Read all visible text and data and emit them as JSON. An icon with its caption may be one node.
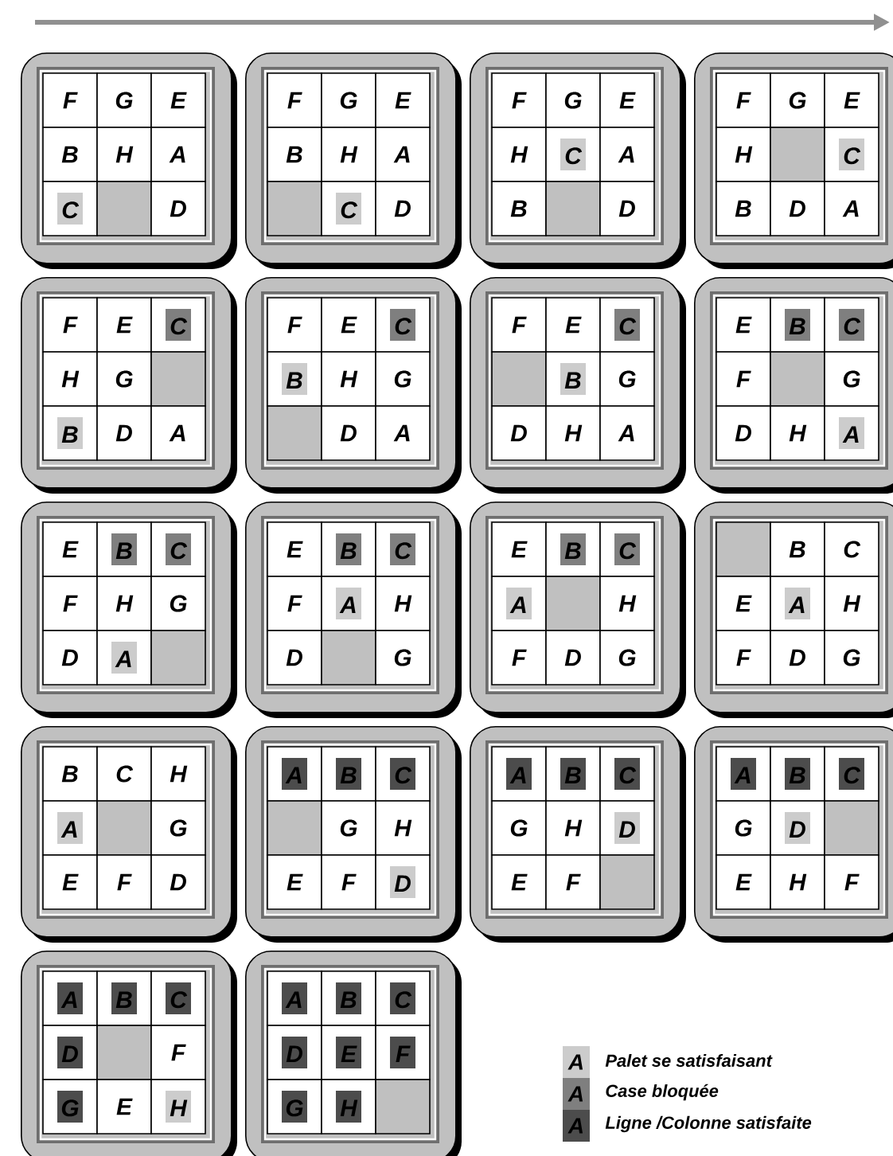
{
  "diagram": {
    "nodes": [
      {
        "text": [],
        "shape": "box"
      },
      {
        "text": [
          "F"
        ],
        "in": 0
      },
      {
        "text": [
          "G"
        ],
        "in": 0
      },
      {
        "text": [
          "E"
        ],
        "in": 0
      },
      {
        "text": [
          "B"
        ],
        "in": 0
      },
      {
        "text": [
          "H"
        ],
        "in": 0
      },
      {
        "text": [
          "A"
        ],
        "in": 0
      },
      {
        "text": [
          "C"
        ],
        "in": 0
      },
      {
        "text": [],
        "shape": "box",
        "in": 0
      },
      {
        "text": [
          "D"
        ],
        "in": 0
      },
      {
        "text": [],
        "shape": "box"
      },
      {
        "text": [
          "F"
        ],
        "in": 10
      },
      {
        "text": [
          "G"
        ],
        "in": 10
      },
      {
        "text": [
          "E"
        ],
        "in": 10
      },
      {
        "text": [
          "B"
        ],
        "in": 10
      },
      {
        "text": [
          "H"
        ],
        "in": 10
      },
      {
        "text": [
          "A"
        ],
        "in": 10
      },
      {
        "text": [],
        "shape": "box",
        "in": 10
      },
      {
        "text": [
          "C"
        ],
        "in": 10
      },
      {
        "text": [
          "D"
        ],
        "in": 10
      },
      {
        "text": [],
        "shape": "box"
      },
      {
        "text": [
          "F"
        ],
        "in": 20
      },
      {
        "text": [
          "G"
        ],
        "in": 20
      },
      {
        "text": [
          "E"
        ],
        "in": 20
      },
      {
        "text": [
          "H"
        ],
        "in": 20
      },
      {
        "text": [
          "C"
        ],
        "in": 20
      },
      {
        "text": [
          "A"
        ],
        "in": 20
      },
      {
        "text": [
          "B"
        ],
        "in": 20
      },
      {
        "text": [],
        "shape": "box",
        "in": 20
      },
      {
        "text": [
          "D"
        ],
        "in": 20
      },
      {
        "text": [],
        "shape": "box"
      },
      {
        "text": [
          "F"
        ],
        "in": 30
      },
      {
        "text": [
          "G"
        ],
        "in": 30
      },
      {
        "text": [
          "E"
        ],
        "in": 30
      },
      {
        "text": [
          "H"
        ],
        "in": 30
      },
      {
        "text": [],
        "shape": "box",
        "in": 30
      },
      {
        "text": [
          "C"
        ],
        "in": 30
      },
      {
        "text": [
          "B"
        ],
        "in": 30
      },
      {
        "text": [
          "D"
        ],
        "in": 30
      },
      {
        "text": [
          "A"
        ],
        "in": 30
      },
      {
        "text": [],
        "shape": "box"
      },
      {
        "text": [
          "F"
        ],
        "in": 40
      },
      {
        "text": [
          "E"
        ],
        "in": 40
      },
      {
        "text": [
          "C"
        ],
        "in": 40
      },
      {
        "text": [
          "H"
        ],
        "in": 40
      },
      {
        "text": [
          "G"
        ],
        "in": 40
      },
      {
        "text": [],
        "shape": "box",
        "in": 40
      },
      {
        "text": [
          "B"
        ],
        "in": 40
      },
      {
        "text": [
          "D"
        ],
        "in": 40
      },
      {
        "text": [
          "A"
        ],
        "in": 40
      },
      {
        "text": [],
        "shape": "box"
      },
      {
        "text": [
          "F"
        ],
        "in": 50
      },
      {
        "text": [
          "E"
        ],
        "in": 50
      },
      {
        "text": [
          "C"
        ],
        "in": 50
      },
      {
        "text": [
          "B"
        ],
        "in": 50
      },
      {
        "text": [
          "H"
        ],
        "in": 50
      },
      {
        "text": [
          "G"
        ],
        "in": 50
      },
      {
        "text": [],
        "shape": "box",
        "in": 50
      },
      {
        "text": [
          "D"
        ],
        "in": 50
      },
      {
        "text": [
          "A"
        ],
        "in": 50
      },
      {
        "text": [],
        "shape": "box"
      },
      {
        "text": [
          "F"
        ],
        "in": 60
      },
      {
        "text": [
          "E"
        ],
        "in": 60
      },
      {
        "text": [
          "C"
        ],
        "in": 60
      },
      {
        "text": [],
        "shape": "box",
        "in": 60
      },
      {
        "text": [
          "B"
        ],
        "in": 60
      },
      {
        "text": [
          "G"
        ],
        "in": 60
      },
      {
        "text": [
          "D"
        ],
        "in": 60
      },
      {
        "text": [
          "H"
        ],
        "in": 60
      },
      {
        "text": [
          "A"
        ],
        "in": 60
      },
      {
        "text": [],
        "shape": "box"
      },
      {
        "text": [
          "E"
        ],
        "in": 70
      },
      {
        "text": [
          "B"
        ],
        "in": 70
      },
      {
        "text": [
          "C"
        ],
        "in": 70
      },
      {
        "text": [
          "F"
        ],
        "in": 70
      },
      {
        "text": [],
        "shape": "box",
        "in": 70
      },
      {
        "text": [
          "G"
        ],
        "in": 70
      },
      {
        "text": [
          "D"
        ],
        "in": 70
      },
      {
        "text": [
          "H"
        ],
        "in": 70
      },
      {
        "text": [
          "A"
        ],
        "in": 70
      },
      {
        "text": [],
        "shape": "box"
      },
      {
        "text": [
          "E"
        ],
        "in": 80
      },
      {
        "text": [
          "B"
        ],
        "in": 80
      },
      {
        "text": [
          "C"
        ],
        "in": 80
      },
      {
        "text": [
          "F"
        ],
        "in": 80
      },
      {
        "text": [
          "H"
        ],
        "in": 80
      },
      {
        "text": [
          "G"
        ],
        "in": 80
      },
      {
        "text": [
          "D"
        ],
        "in": 80
      },
      {
        "text": [
          "A"
        ],
        "in": 80
      },
      {
        "text": [],
        "shape": "box",
        "in": 80
      },
      {
        "text": [],
        "shape": "box"
      },
      {
        "text": [
          "E"
        ],
        "in": 90
      },
      {
        "text": [
          "B"
        ],
        "in": 90
      },
      {
        "text": [
          "C"
        ],
        "in": 90
      },
      {
        "text": [
          "F"
        ],
        "in": 90
      },
      {
        "text": [
          "A"
        ],
        "in": 90
      },
      {
        "text": [
          "H"
        ],
        "in": 90
      },
      {
        "text": [
          "D"
        ],
        "in": 90
      },
      {
        "text": [],
        "shape": "box",
        "in": 90
      },
      {
        "text": [
          "G"
        ],
        "in": 90
      },
      {
        "text": [],
        "shape": "box"
      },
      {
        "text": [
          "E"
        ],
        "in": 100
      },
      {
        "text": [
          "B"
        ],
        "in": 100
      },
      {
        "text": [
          "C"
        ],
        "in": 100
      },
      {
        "text": [
          "A"
        ],
        "in": 100
      },
      {
        "text": [],
        "shape": "box",
        "in": 100
      },
      {
        "text": [
          "H"
        ],
        "in": 100
      },
      {
        "text": [
          "F"
        ],
        "in": 100
      },
      {
        "text": [
          "D"
        ],
        "in": 100
      },
      {
        "text": [
          "G"
        ],
        "in": 100
      },
      {
        "text": [],
        "shape": "box"
      },
      {
        "text": [],
        "shape": "box",
        "in": 110
      },
      {
        "text": [
          "B"
        ],
        "in": 110
      },
      {
        "text": [
          "C"
        ],
        "in": 110
      },
      {
        "text": [
          "E"
        ],
        "in": 110
      },
      {
        "text": [
          "A"
        ],
        "in": 110
      },
      {
        "text": [
          "H"
        ],
        "in": 110
      },
      {
        "text": [
          "F"
        ],
        "in": 110
      },
      {
        "text": [
          "D"
        ],
        "in": 110
      },
      {
        "text": [
          "G"
        ],
        "in": 110
      },
      {
        "text": [],
        "shape": "box"
      },
      {
        "text": [
          "B"
        ],
        "in": 120
      },
      {
        "text": [
          "C"
        ],
        "in": 120
      },
      {
        "text": [
          "H"
        ],
        "in": 120
      },
      {
        "text": [
          "A"
        ],
        "in": 120
      },
      {
        "text": [],
        "shape": "box",
        "in": 120
      },
      {
        "text": [
          "G"
        ],
        "in": 120
      },
      {
        "text": [
          "E"
        ],
        "in": 120
      },
      {
        "text": [
          "F"
        ],
        "in": 120
      },
      {
        "text": [
          "D"
        ],
        "in": 120
      },
      {
        "text": [],
        "shape": "box"
      },
      {
        "text": [
          "A"
        ],
        "in": 130
      },
      {
        "text": [
          "B"
        ],
        "in": 130
      },
      {
        "text": [
          "C"
        ],
        "in": 130
      },
      {
        "text": [],
        "shape": "box",
        "in": 130
      },
      {
        "text": [
          "G"
        ],
        "in": 130
      },
      {
        "text": [
          "H"
        ],
        "in": 130
      },
      {
        "text": [
          "E"
        ],
        "in": 130
      },
      {
        "text": [
          "F"
        ],
        "in": 130
      },
      {
        "text": [
          "D"
        ],
        "in": 130
      },
      {
        "text": [],
        "shape": "box"
      },
      {
        "text": [
          "A"
        ],
        "in": 140
      },
      {
        "text": [
          "B"
        ],
        "in": 140
      },
      {
        "text": [
          "C"
        ],
        "in": 140
      },
      {
        "text": [
          "G"
        ],
        "in": 140
      },
      {
        "text": [
          "H"
        ],
        "in": 140
      },
      {
        "text": [
          "D"
        ],
        "in": 140
      },
      {
        "text": [
          "E"
        ],
        "in": 140
      },
      {
        "text": [
          "F"
        ],
        "in": 140
      },
      {
        "text": [],
        "shape": "box",
        "in": 140
      },
      {
        "text": [],
        "shape": "box"
      },
      {
        "text": [
          "A"
        ],
        "in": 150
      },
      {
        "text": [
          "B"
        ],
        "in": 150
      },
      {
        "text": [
          "C"
        ],
        "in": 150
      },
      {
        "text": [
          "G"
        ],
        "in": 150
      },
      {
        "text": [
          "D"
        ],
        "in": 150
      },
      {
        "text": [],
        "shape": "box",
        "in": 150
      },
      {
        "text": [
          "E"
        ],
        "in": 150
      },
      {
        "text": [
          "H"
        ],
        "in": 150
      },
      {
        "text": [
          "F"
        ],
        "in": 150
      },
      {
        "text": [],
        "shape": "box"
      },
      {
        "text": [
          "A"
        ],
        "in": 160
      },
      {
        "text": [
          "B"
        ],
        "in": 160
      },
      {
        "text": [
          "C"
        ],
        "in": 160
      },
      {
        "text": [
          "D"
        ],
        "in": 160
      },
      {
        "text": [],
        "shape": "box",
        "in": 160
      },
      {
        "text": [
          "F"
        ],
        "in": 160
      },
      {
        "text": [
          "G"
        ],
        "in": 160
      },
      {
        "text": [
          "E"
        ],
        "in": 160
      },
      {
        "text": [
          "H"
        ],
        "in": 160
      },
      {
        "text": [],
        "shape": "box"
      },
      {
        "text": [
          "A"
        ],
        "in": 170
      },
      {
        "text": [
          "B"
        ],
        "in": 170
      },
      {
        "text": [
          "C"
        ],
        "in": 170
      },
      {
        "text": [
          "D"
        ],
        "in": 170
      },
      {
        "text": [
          "E"
        ],
        "in": 170
      },
      {
        "text": [
          "F"
        ],
        "in": 170
      },
      {
        "text": [
          "G"
        ],
        "in": 170
      },
      {
        "text": [
          "H"
        ],
        "in": 170
      },
      {
        "text": [],
        "shape": "box",
        "in": 170
      }
    ],
    "labels": [
      "A",
      "A",
      "A"
    ],
    "legend": [
      {
        "text": "Palet se satisfaisant",
        "color": "#cccccc"
      },
      {
        "text": "Case bloquée",
        "color": "#7f7f7f"
      },
      {
        "text": "Ligne /Colonne satisfaite",
        "color": "#4c4c4c"
      }
    ]
  }
}
